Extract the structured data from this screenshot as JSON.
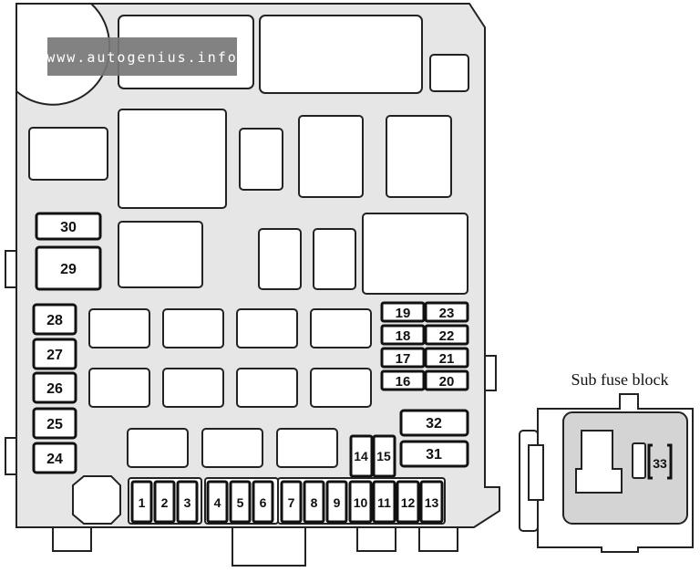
{
  "watermark": "www.autogenius.info",
  "sub_fuse_block_title": "Sub fuse block",
  "main_fuses": {
    "f1": "1",
    "f2": "2",
    "f3": "3",
    "f4": "4",
    "f5": "5",
    "f6": "6",
    "f7": "7",
    "f8": "8",
    "f9": "9",
    "f10": "10",
    "f11": "11",
    "f12": "12",
    "f13": "13",
    "f14": "14",
    "f15": "15",
    "f16": "16",
    "f17": "17",
    "f18": "18",
    "f19": "19",
    "f20": "20",
    "f21": "21",
    "f22": "22",
    "f23": "23",
    "f24": "24",
    "f25": "25",
    "f26": "26",
    "f27": "27",
    "f28": "28",
    "f29": "29",
    "f30": "30",
    "f31": "31",
    "f32": "32"
  },
  "sub_fuses": {
    "f33": "33"
  }
}
